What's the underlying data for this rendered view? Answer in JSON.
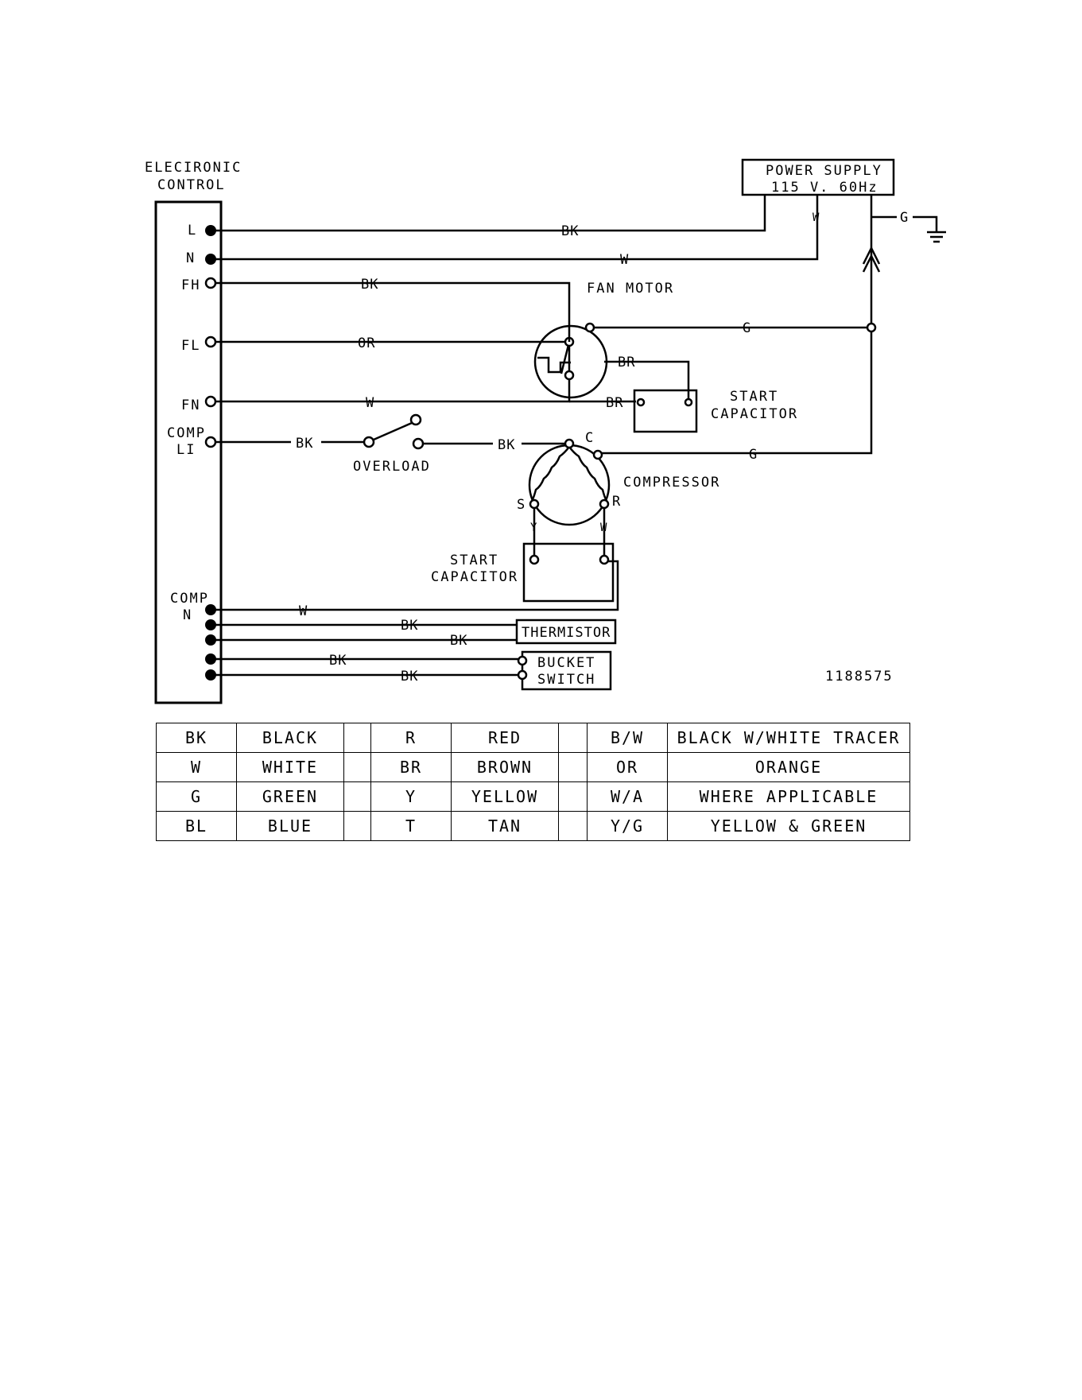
{
  "diagram": {
    "control_title": [
      "ELECIRONIC",
      "CONTROL"
    ],
    "terminals": {
      "l": "L",
      "n": "N",
      "fh": "FH",
      "fl": "FL",
      "fn": "FN",
      "comp_l1": [
        "COMP",
        "LI"
      ],
      "comp_n": [
        "COMP",
        "N"
      ]
    },
    "power_supply": [
      "POWER SUPPLY",
      "115 V. 60Hz"
    ],
    "components": {
      "fan_motor": "FAN MOTOR",
      "fan_start_capacitor": [
        "START",
        "CAPACITOR"
      ],
      "overload": "OVERLOAD",
      "compressor": "COMPRESSOR",
      "comp_start_capacitor": [
        "START",
        "CAPACITOR"
      ],
      "thermistor": "THERMISTOR",
      "bucket_switch": [
        "BUCKET",
        "SWITCH"
      ]
    },
    "compressor_terminals": {
      "c": "C",
      "s": "S",
      "r": "R"
    },
    "wire_labels": {
      "l_bk": "BK",
      "n_w": "W",
      "supply_w": "W",
      "ground_g": "G",
      "fh_bk": "BK",
      "fan_g": "G",
      "fl_or": "OR",
      "fan_br1": "BR",
      "fn_w": "W",
      "fan_br2": "BR",
      "comp_bk1": "BK",
      "comp_bk2": "BK",
      "comp_g": "G",
      "cap_y": "Y",
      "cap_w": "W",
      "compn_w": "W",
      "therm_bk1": "BK",
      "therm_bk2": "BK",
      "bucket_bk1": "BK",
      "bucket_bk2": "BK"
    },
    "part_number": "1188575"
  },
  "legend": [
    [
      {
        "code": "BK",
        "color": "BLACK"
      },
      {
        "code": "R",
        "color": "RED"
      },
      {
        "code": "B/W",
        "color": "BLACK W/WHITE TRACER"
      }
    ],
    [
      {
        "code": "W",
        "color": "WHITE"
      },
      {
        "code": "BR",
        "color": "BROWN"
      },
      {
        "code": "OR",
        "color": "ORANGE"
      }
    ],
    [
      {
        "code": "G",
        "color": "GREEN"
      },
      {
        "code": "Y",
        "color": "YELLOW"
      },
      {
        "code": "W/A",
        "color": "WHERE APPLICABLE"
      }
    ],
    [
      {
        "code": "BL",
        "color": "BLUE"
      },
      {
        "code": "T",
        "color": "TAN"
      },
      {
        "code": "Y/G",
        "color": "YELLOW & GREEN"
      }
    ]
  ]
}
